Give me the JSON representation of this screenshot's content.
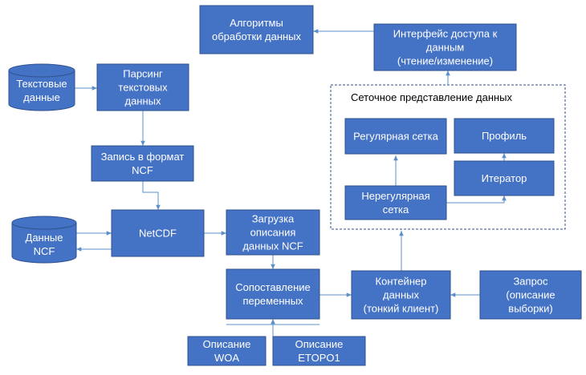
{
  "group": {
    "title": "Сеточное представление данных"
  },
  "nodes": {
    "algorithms": [
      "Алгоритмы",
      "обработки данных"
    ],
    "interface": [
      "Интерфейс доступа к",
      "данным",
      "(чтение/изменение)"
    ],
    "text_data": [
      "Текстовые",
      "данные"
    ],
    "parsing": [
      "Парсинг",
      "текстовых",
      "данных"
    ],
    "write_ncf": [
      "Запись в формат",
      "NCF"
    ],
    "ncf_data": [
      "Данные",
      "NCF"
    ],
    "netcdf": [
      "NetCDF"
    ],
    "load_desc": [
      "Загрузка",
      "описания",
      "данных NCF"
    ],
    "matching": [
      "Сопоставление",
      "переменных"
    ],
    "container": [
      "Контейнер",
      "данных",
      "(тонкий клиент)"
    ],
    "query": [
      "Запрос",
      "(описание",
      "выборки)"
    ],
    "desc_woa": [
      "Описание",
      "WOA"
    ],
    "desc_etopo": [
      "Описание",
      "ETOPO1"
    ],
    "regular_grid": [
      "Регулярная сетка"
    ],
    "profile": [
      "Профиль"
    ],
    "iterator": [
      "Итератор"
    ],
    "irregular_grid": [
      "Нерегулярная",
      "сетка"
    ]
  }
}
